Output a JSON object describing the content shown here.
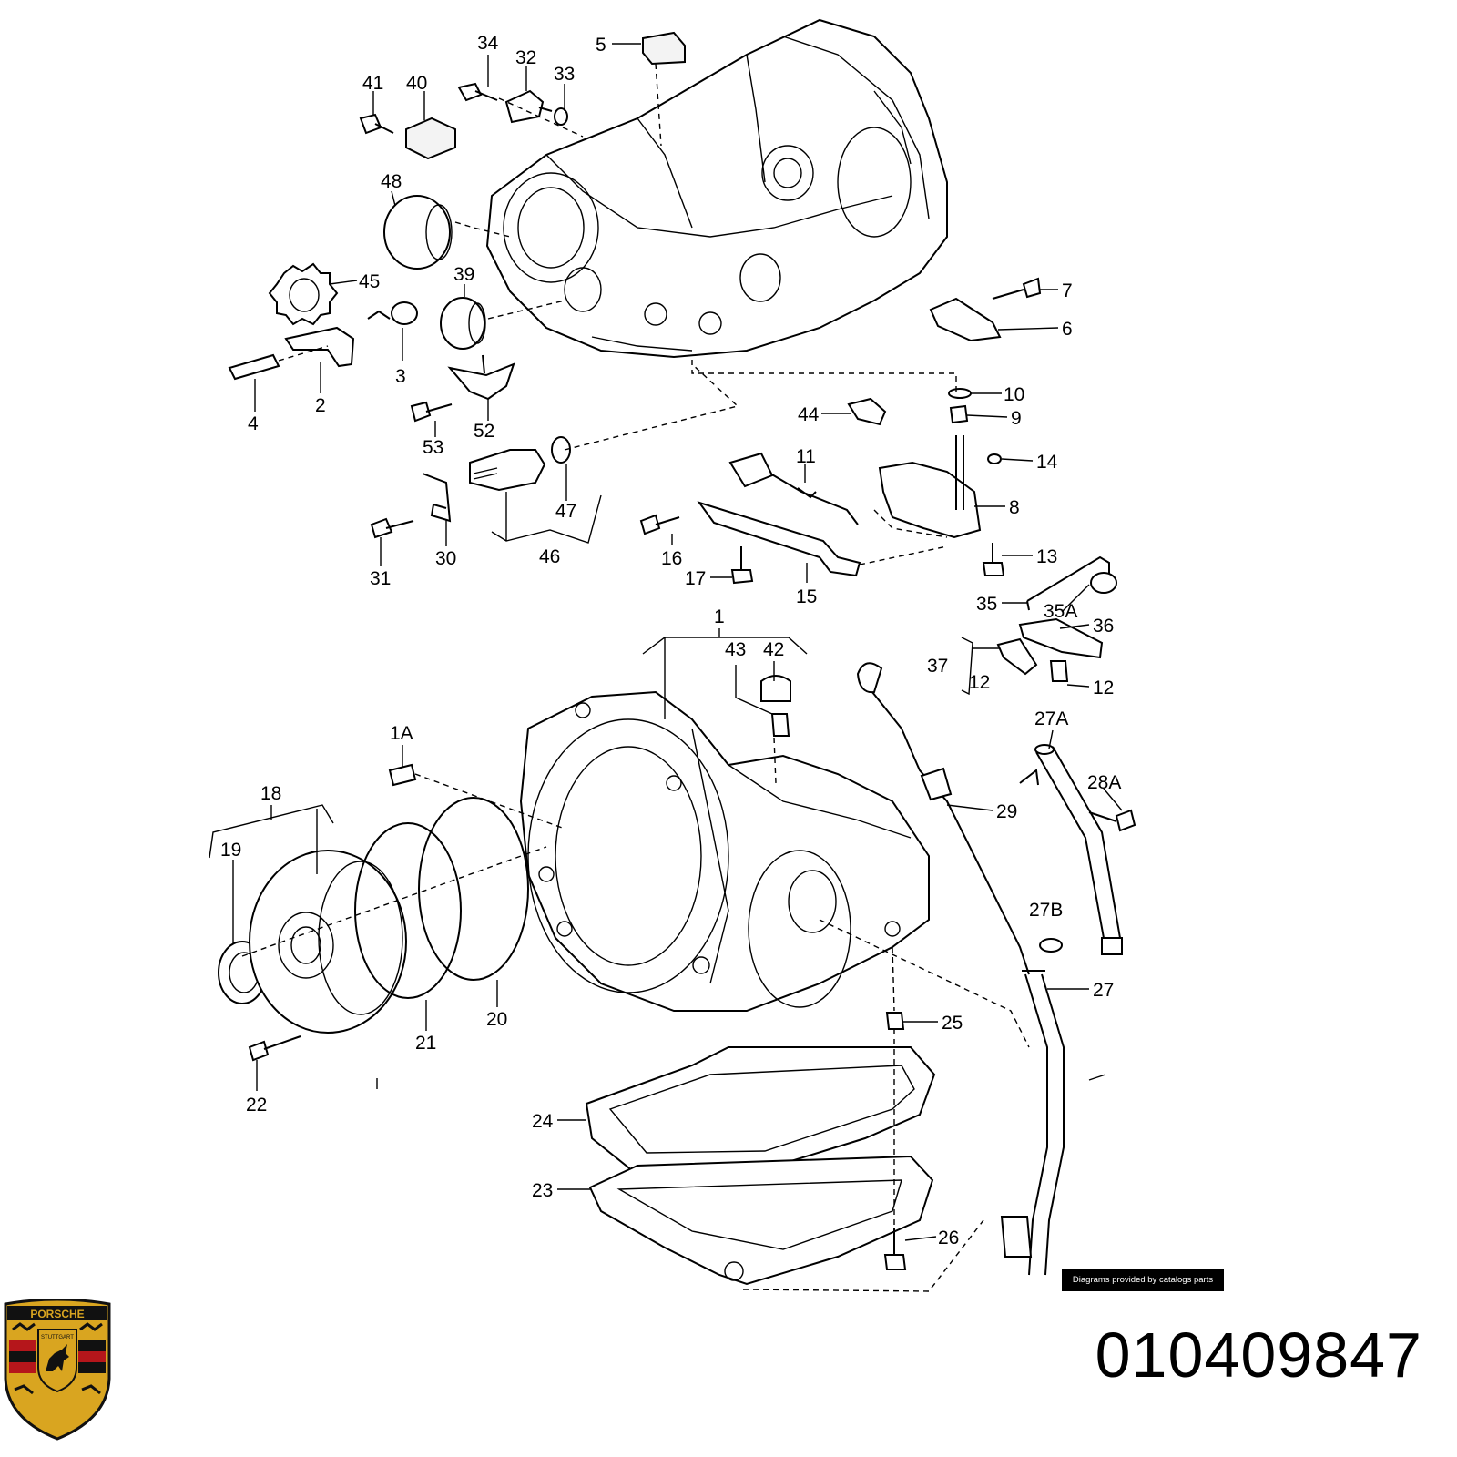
{
  "diagram": {
    "callouts": {
      "c1": "1",
      "c1A": "1A",
      "c2": "2",
      "c3": "3",
      "c4": "4",
      "c5": "5",
      "c6": "6",
      "c7": "7",
      "c8": "8",
      "c9": "9",
      "c10": "10",
      "c11": "11",
      "c12a": "12",
      "c12b": "12",
      "c13": "13",
      "c14": "14",
      "c15": "15",
      "c16": "16",
      "c17": "17",
      "c18": "18",
      "c19": "19",
      "c20": "20",
      "c21": "21",
      "c22": "22",
      "c23": "23",
      "c24": "24",
      "c25": "25",
      "c26": "26",
      "c27": "27",
      "c27A": "27A",
      "c27B": "27B",
      "c28A": "28A",
      "c29": "29",
      "c30": "30",
      "c31": "31",
      "c32": "32",
      "c33": "33",
      "c34": "34",
      "c35": "35",
      "c35A": "35A",
      "c36": "36",
      "c37": "37",
      "c39": "39",
      "c40": "40",
      "c41": "41",
      "c42": "42",
      "c43": "43",
      "c44": "44",
      "c45": "45",
      "c46": "46",
      "c47": "47",
      "c48": "48",
      "c52": "52",
      "c53": "53"
    }
  },
  "credit": "Diagrams provided by catalogs parts",
  "part_number": "010409847",
  "logo": {
    "wordmark": "PORSCHE",
    "city": "STUTTGART",
    "colors": {
      "gold": "#d9a520",
      "red": "#b5161b",
      "black": "#111111"
    }
  }
}
